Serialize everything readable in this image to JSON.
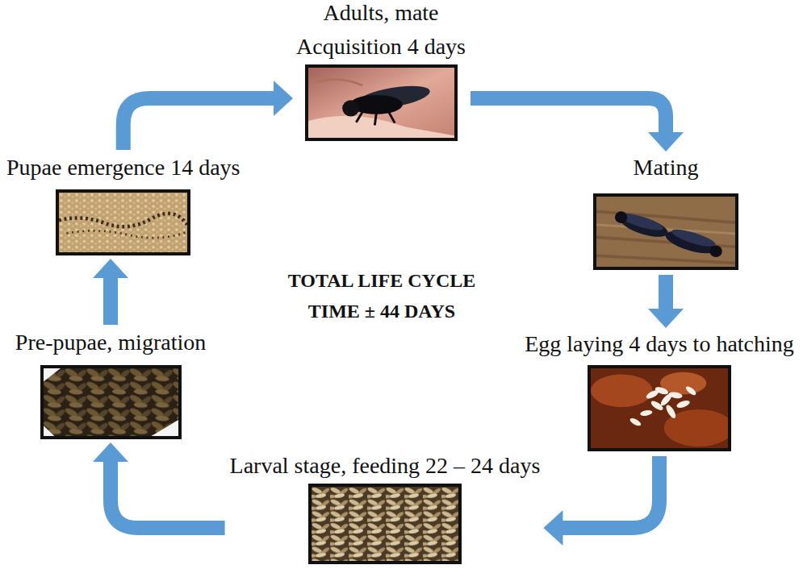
{
  "diagram": {
    "nodes": [
      {
        "text": [
          "Adults, mate",
          "Acquisition 4 days"
        ]
      },
      {
        "text": [
          "Mating"
        ]
      },
      {
        "text": [
          "Egg laying 4 days to hatching"
        ]
      },
      {
        "text": [
          "Larval stage, feeding 22 – 24 days"
        ]
      },
      {
        "text": [
          "Pre-pupae, migration"
        ]
      },
      {
        "text": [
          "Pupae emergence 14 days"
        ]
      }
    ],
    "edges": [
      {
        "from": 0,
        "to": 1,
        "arrow": "to"
      },
      {
        "from": 1,
        "to": 2,
        "arrow": "to"
      },
      {
        "from": 2,
        "to": 3,
        "arrow": "to"
      },
      {
        "from": 3,
        "to": 4,
        "arrow": "to"
      },
      {
        "from": 4,
        "to": 5,
        "arrow": "to"
      },
      {
        "from": 5,
        "to": 0,
        "arrow": "to"
      }
    ],
    "labels": [
      "TOTAL LIFE CYCLE TIME ± 44 DAYS"
    ]
  }
}
